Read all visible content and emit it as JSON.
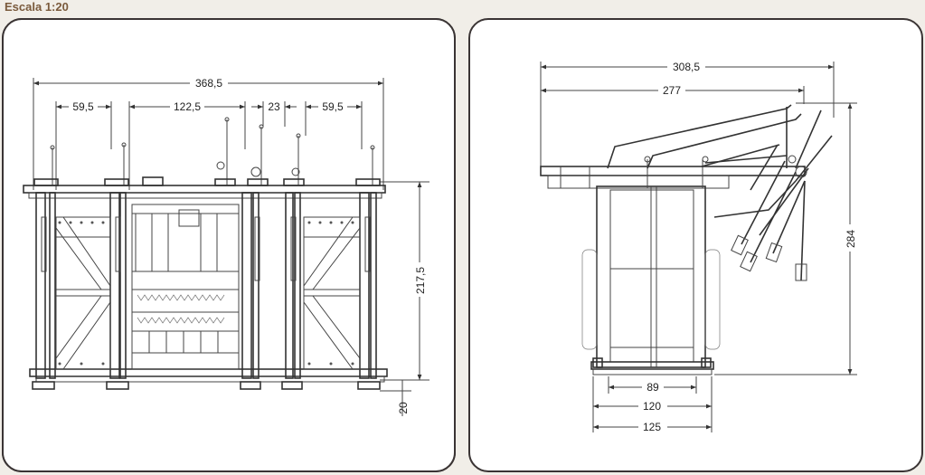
{
  "scale_label": "Escala 1:20",
  "front_view": {
    "dim_overall_width": "368,5",
    "dim_left_section": "59,5",
    "dim_center_section": "122,5",
    "dim_narrow_section": "23",
    "dim_right_section": "59,5",
    "dim_height": "217,5",
    "dim_base": "20"
  },
  "side_view": {
    "dim_overall_width": "308,5",
    "dim_inner_width": "277",
    "dim_height": "284",
    "dim_inner_base": "89",
    "dim_mid_base": "120",
    "dim_outer_base": "125"
  }
}
